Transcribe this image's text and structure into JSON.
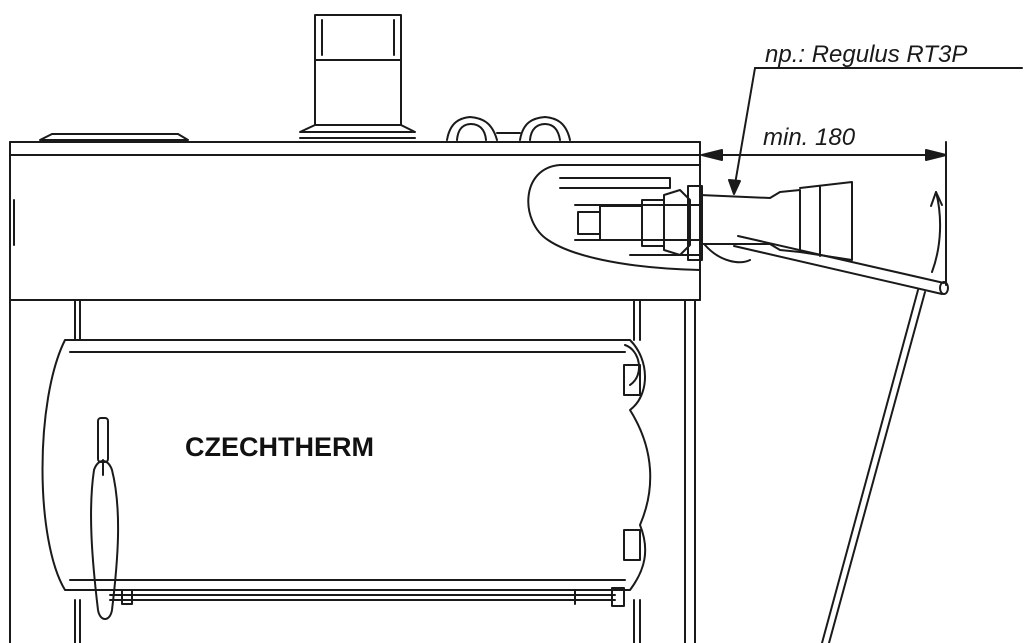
{
  "labels": {
    "regulator": "np.: Regulus RT3P",
    "dimension": "min. 180",
    "brand": "CZECHTHERM"
  },
  "colors": {
    "line": "#1a1a1a",
    "background": "#ffffff"
  },
  "icons": {
    "rotation_indicator": "curved-arrow-icon",
    "door_handle": "handle-icon"
  }
}
